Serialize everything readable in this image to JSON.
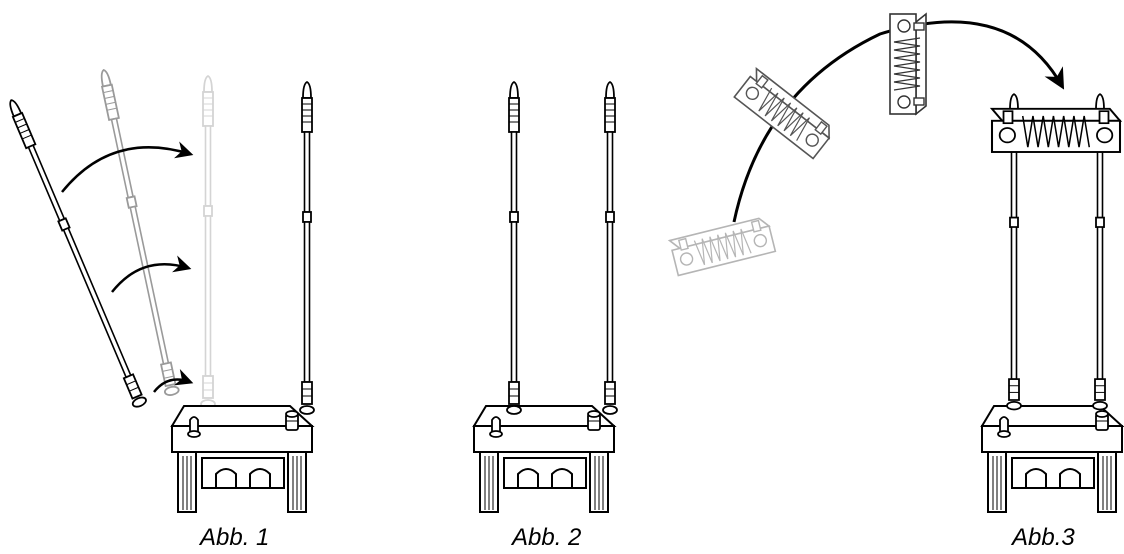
{
  "figures": [
    {
      "caption": "Abb. 1"
    },
    {
      "caption": "Abb. 2"
    },
    {
      "caption": "Abb.3"
    }
  ],
  "colors": {
    "line": "#000000",
    "ghost": "#9a9a9a",
    "faint": "#d8d8d8"
  },
  "icons": [
    "pole-icon",
    "base-unit-icon",
    "arrow-icon",
    "electrode-block-icon"
  ]
}
